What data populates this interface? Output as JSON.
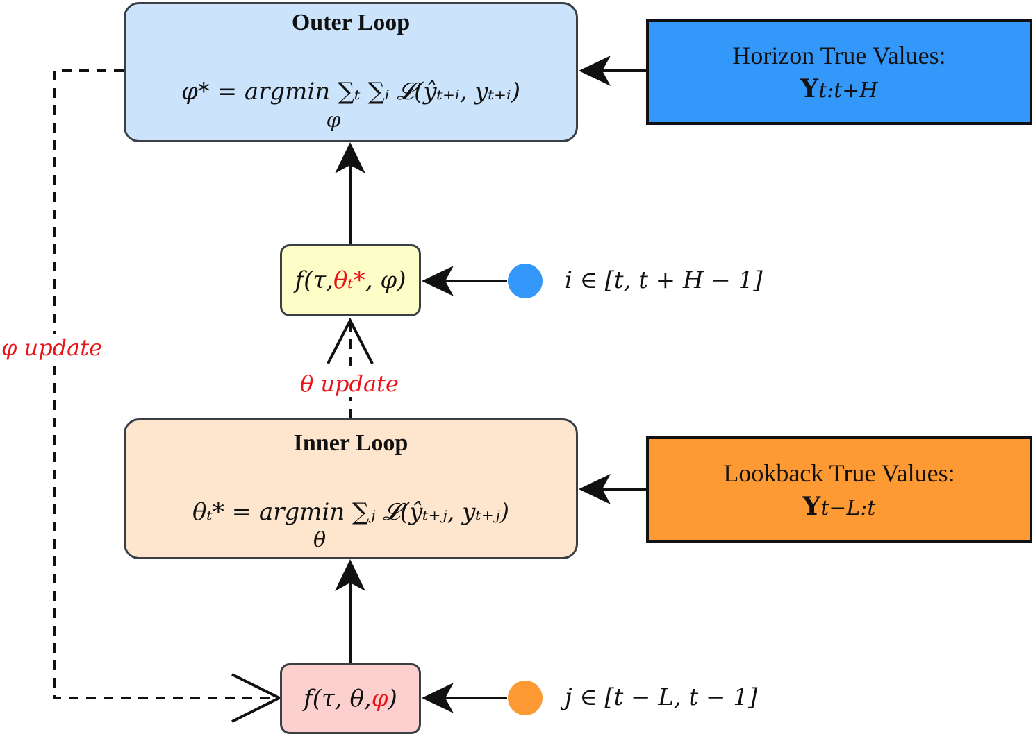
{
  "colors": {
    "outer_fill": "#cce4fb",
    "inner_fill": "#fde6cd",
    "f_theta_star_fill": "#fdfdc8",
    "f_phi_fill": "#fdd0d0",
    "horizon_fill": "#3398fa",
    "lookback_fill": "#fd9a33",
    "blue_dot": "#3398fa",
    "orange_dot": "#fd9a33",
    "highlight_red": "#e8141a"
  },
  "outer_loop": {
    "title": "Outer Loop",
    "formula": "φ* = argmin ∑ₜ ∑ᵢ 𝓛(ŷₜ₊ᵢ, yₜ₊ᵢ)",
    "argmin_sub": "φ"
  },
  "inner_loop": {
    "title": "Inner Loop",
    "formula": "θₜ* = argmin ∑ⱼ 𝓛(ŷₜ₊ⱼ, yₜ₊ⱼ)",
    "argmin_sub": "θ"
  },
  "horizon": {
    "label": "Horizon True Values:",
    "symbol": "Y",
    "subscript": "t:t+H"
  },
  "lookback": {
    "label": "Lookback True Values:",
    "symbol": "Y",
    "subscript": "t−L:t"
  },
  "f_top": {
    "prefix": "f(τ, ",
    "highlight": "θₜ*",
    "suffix": ", φ)"
  },
  "f_bottom": {
    "prefix": "f(τ, θ, ",
    "highlight": "φ",
    "suffix": ")"
  },
  "range_top": "i ∈ [t, t + H − 1]",
  "range_bottom": "j ∈ [t − L, t − 1]",
  "theta_update": "θ update",
  "phi_update": "φ update"
}
